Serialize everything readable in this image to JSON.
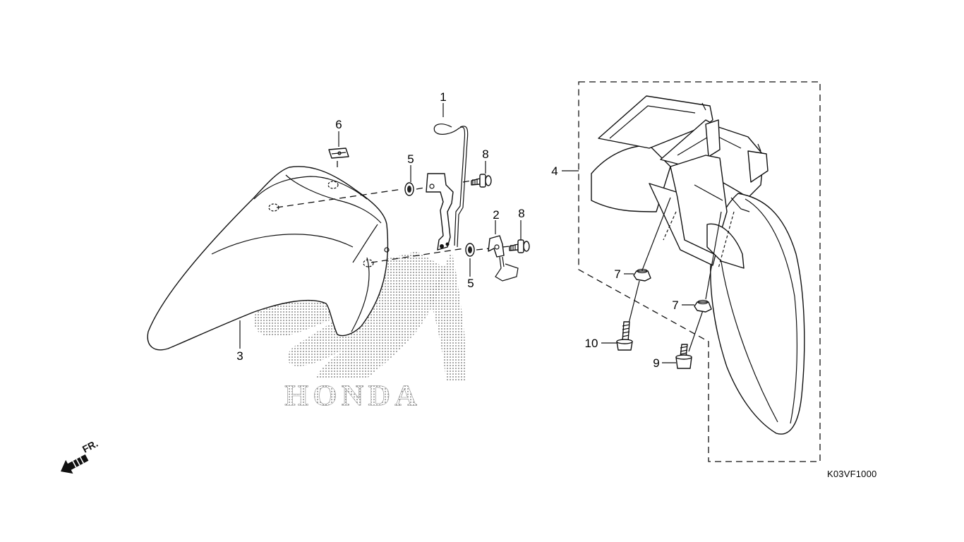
{
  "callouts": {
    "p1": "1",
    "p2": "2",
    "p3": "3",
    "p4": "4",
    "p5a": "5",
    "p5b": "5",
    "p6": "6",
    "p7a": "7",
    "p7b": "7",
    "p8a": "8",
    "p8b": "8",
    "p9": "9",
    "p10": "10"
  },
  "watermark": {
    "text": "HONDA"
  },
  "direction": {
    "text": "FR."
  },
  "diagram_code": "K03VF1000",
  "icons": [
    "front-direction-arrow-icon",
    "honda-wing-logo"
  ]
}
